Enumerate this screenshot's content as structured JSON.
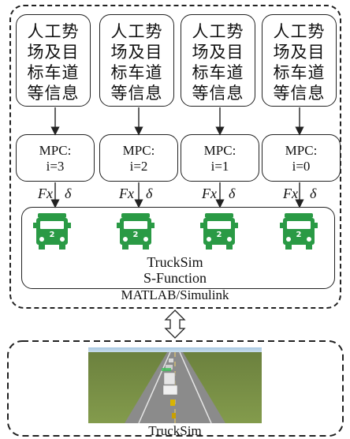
{
  "system": {
    "outer_label": "MATLAB/Simulink",
    "info_boxes": [
      "人工势\n场及目\n标车道\n等信息",
      "人工势\n场及目\n标车道\n等信息",
      "人工势\n场及目\n标车道\n等信息",
      "人工势\n场及目\n标车道\n等信息"
    ],
    "mpc_boxes": [
      "MPC:\ni=3",
      "MPC:\ni=2",
      "MPC:\ni=1",
      "MPC:\ni=0"
    ],
    "signal_labels": [
      "Fx",
      "δ"
    ],
    "truck_badge": "2",
    "sfunction_label_1": "TruckSim",
    "sfunction_label_2": "S-Function"
  },
  "simulation": {
    "caption": "TruckSim"
  },
  "colors": {
    "truck_green": "#2a9a45",
    "grass": "#7a8f46",
    "sky": "#9fc0dc",
    "road": "#8a8a8a"
  }
}
